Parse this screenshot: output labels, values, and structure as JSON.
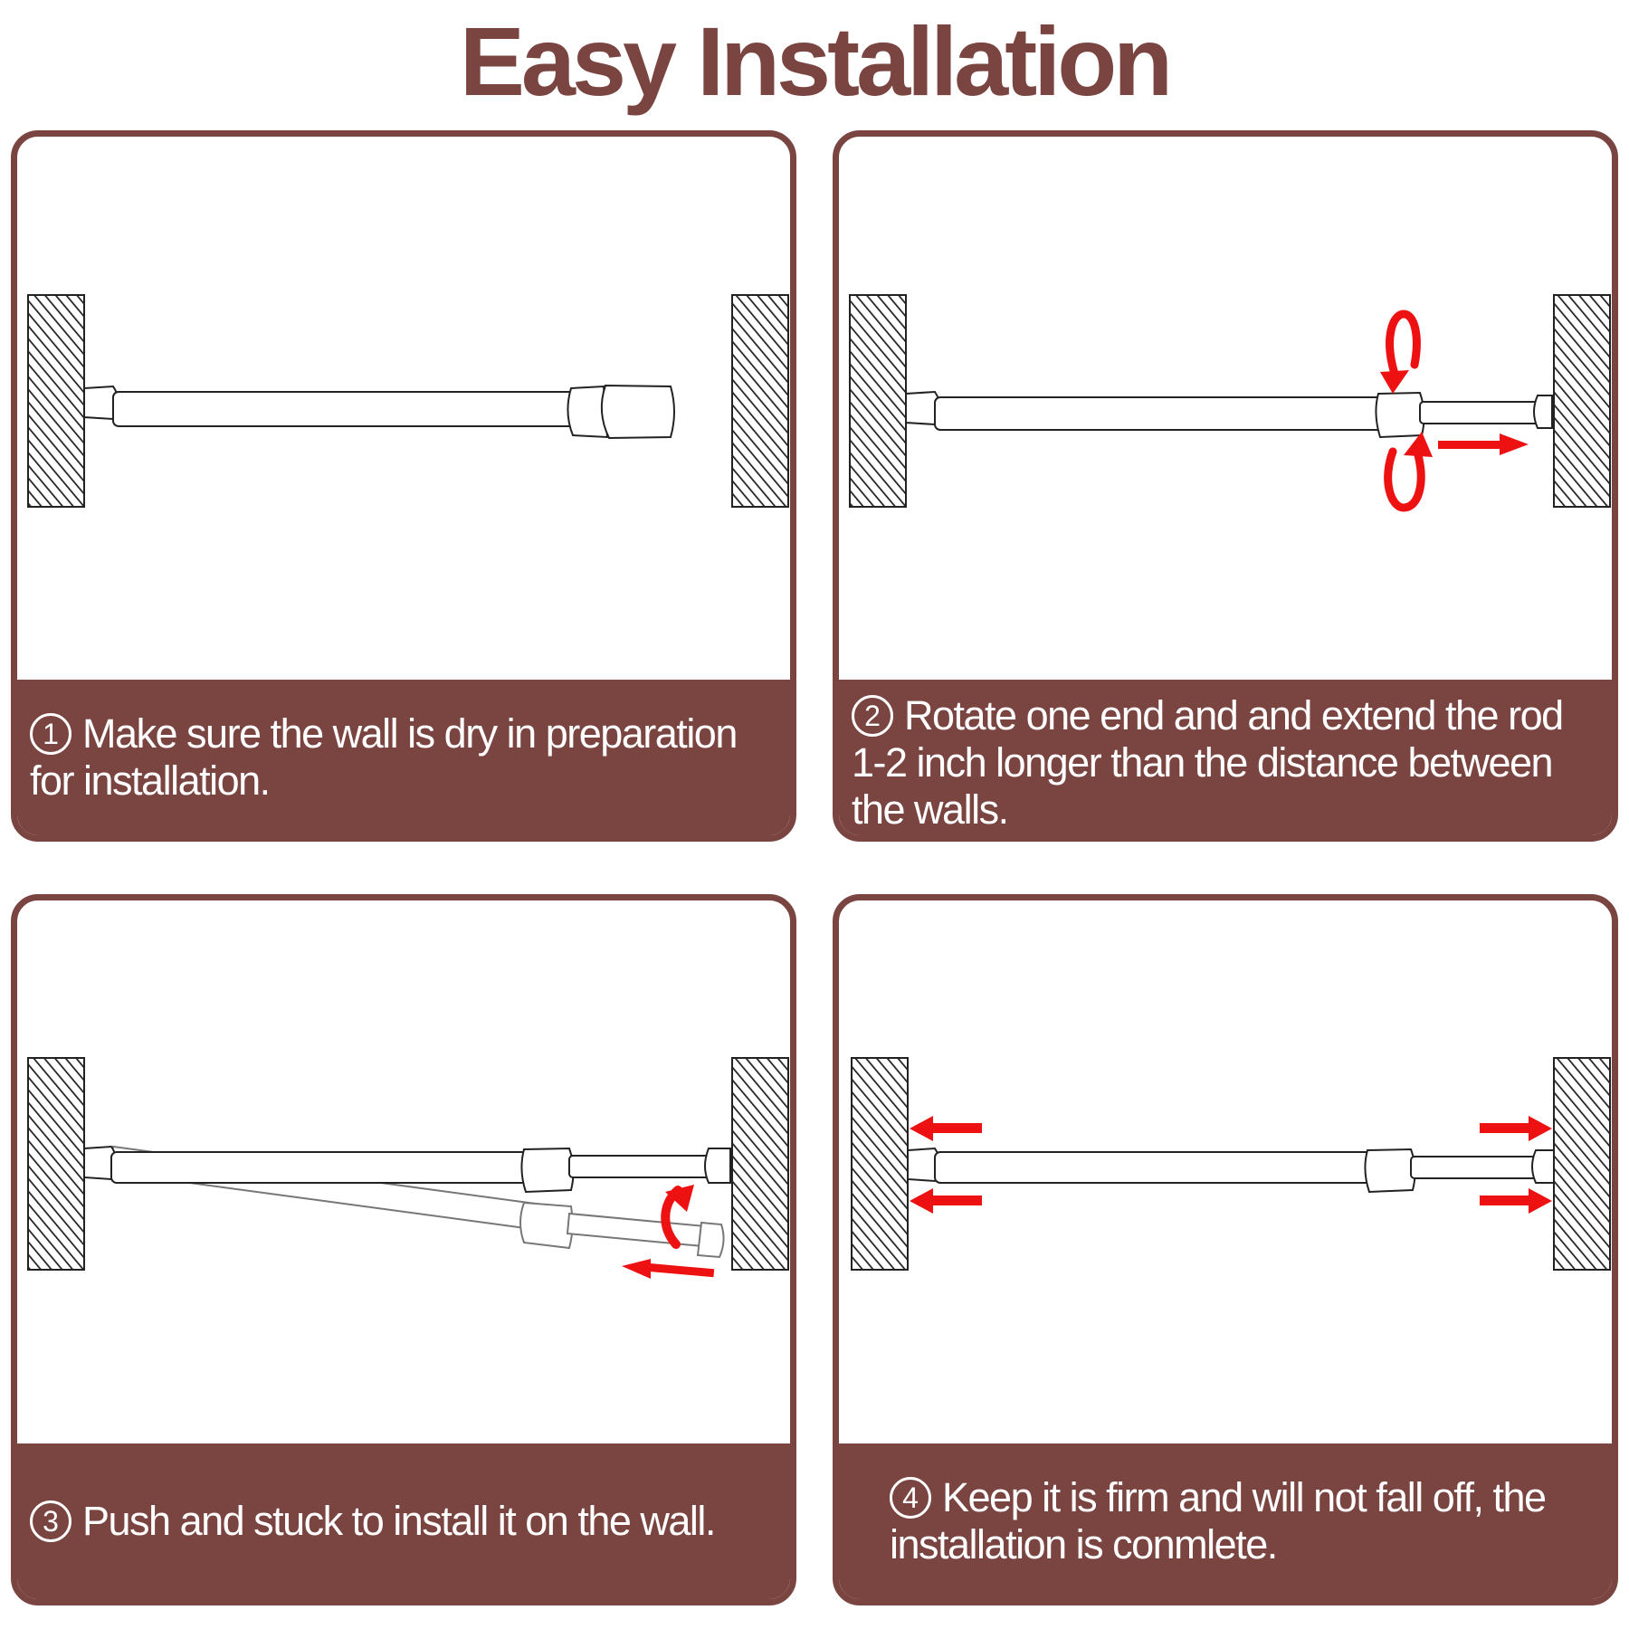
{
  "title": "Easy Installation",
  "colors": {
    "brand": "#7a4441",
    "arrow": "#ee1111",
    "caption_text": "#ffffff"
  },
  "steps": [
    {
      "number": "1",
      "text": "Make sure the wall is dry in preparation for installation."
    },
    {
      "number": "2",
      "text": "Rotate one end and and extend the rod 1-2 inch longer than the distance between the walls."
    },
    {
      "number": "3",
      "text": "Push and stuck to install it on the wall."
    },
    {
      "number": "4",
      "text": "Keep it is firm and will not fall off, the installation is conmlete."
    }
  ]
}
